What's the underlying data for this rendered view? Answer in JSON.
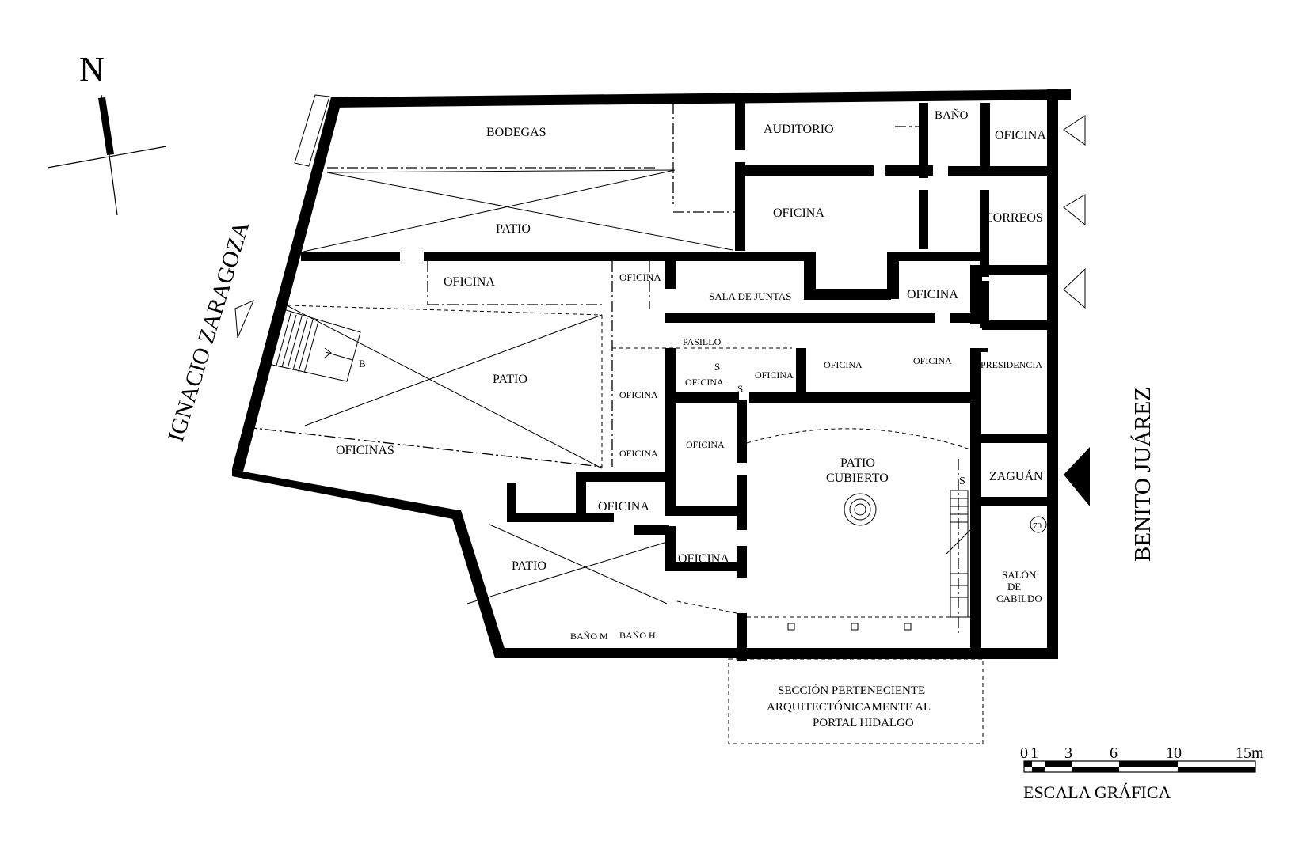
{
  "north_label": "N",
  "streets": {
    "west": "IGNACIO ZARAGOZA",
    "east": "BENITO JUÁREZ"
  },
  "rooms": {
    "bodegas": "BODEGAS",
    "auditorio": "AUDITORIO",
    "bano_top": "BAÑO",
    "oficina_ne": "OFICINA",
    "patio_north": "PATIO",
    "oficina_upper_mid": "OFICINA",
    "correos": "CORREOS",
    "oficina_row1_left": "OFICINA",
    "oficina_row1_small": "OFICINA",
    "sala_de_juntas": "SALA DE JUNTAS",
    "oficina_row1_right": "OFICINA",
    "pasillo": "PASILLO",
    "oficina_p1": "OFICINA",
    "oficina_p2": "OFICINA",
    "oficina_p3": "OFICINA",
    "oficina_p4": "OFICINA",
    "presidencia": "PRESIDENCIA",
    "patio_central": "PATIO",
    "oficina_col1": "OFICINA",
    "oficina_col2": "OFICINA",
    "oficina_left_col": "OFICINA",
    "oficinas": "OFICINAS",
    "patio_cubierto_1": "PATIO",
    "patio_cubierto_2": "CUBIERTO",
    "zaguan": "ZAGUÁN",
    "oficina_mid": "OFICINA",
    "oficina_lower": "OFICINA",
    "patio_south": "PATIO",
    "bano_m": "BAÑO M",
    "bano_h": "BAÑO H",
    "salon_1": "SALÓN",
    "salon_2": "DE",
    "salon_3": "CABILDO"
  },
  "markers": {
    "stair_b": "B",
    "stair_s1": "S",
    "stair_s2": "S",
    "stair_s3": "S",
    "number_70": "70"
  },
  "portal_note": {
    "line1": "SECCIÓN PERTENECIENTE",
    "line2": "ARQUITECTÓNICAMENTE AL",
    "line3": "PORTAL HIDALGO"
  },
  "scale": {
    "ticks": [
      "0",
      "1",
      "3",
      "6",
      "10",
      "15m"
    ],
    "title": "ESCALA GRÁFICA"
  }
}
